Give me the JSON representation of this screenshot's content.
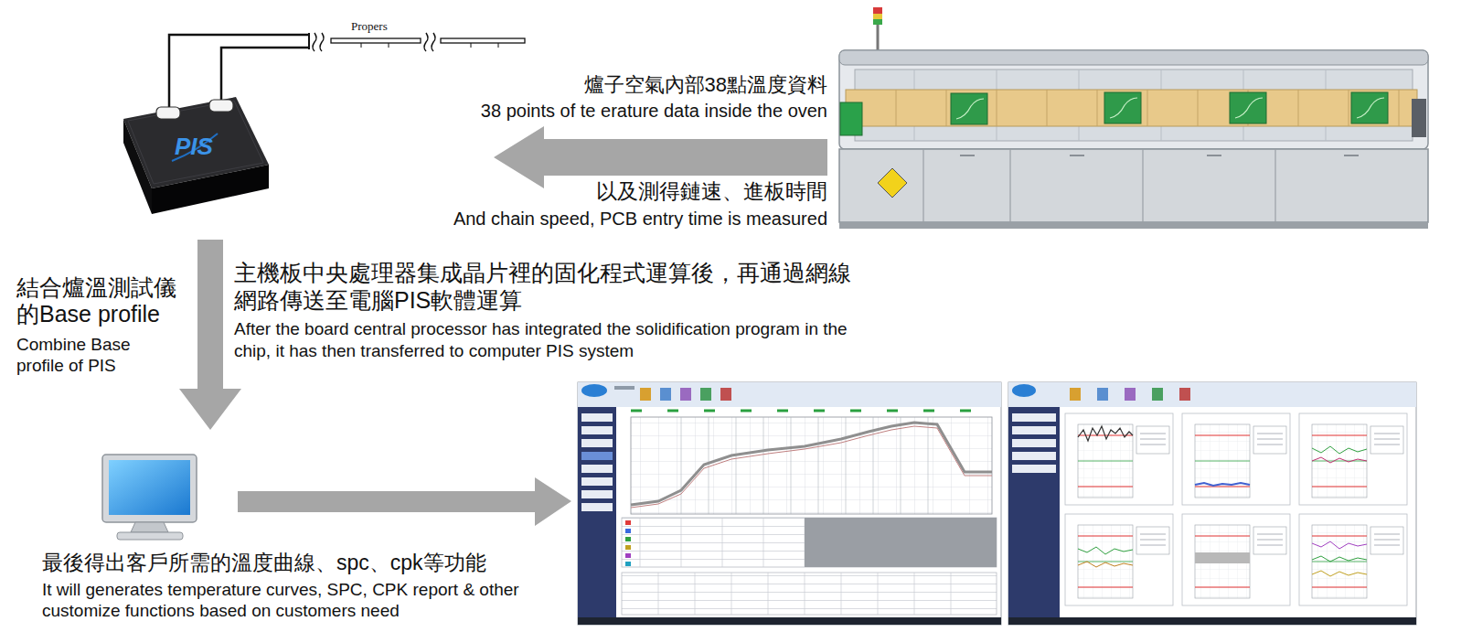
{
  "diagram": {
    "nodes": [
      {
        "text": [
          "PIS"
        ]
      }
    ],
    "labels": [
      "Propers",
      "爐子空氣內部38點溫度資料",
      "38 points of te erature data inside the oven",
      "以及測得鏈速、進板時間",
      "And chain speed, PCB entry time is measured",
      "結合爐溫測試儀的Base profile",
      "Combine Base profile of PIS",
      "主機板中央處理器集成晶片裡的固化程式運算後，再通過網線網路傳送至電腦PIS軟體運算",
      "After the board central processor has integrated the solidification program in the chip, it has then transferred to computer PIS system",
      "最後得出客戶所需的溫度曲線、spc、cpk等功能",
      "It will generates temperature curves, SPC, CPK report & other customize functions based on customers need"
    ]
  }
}
